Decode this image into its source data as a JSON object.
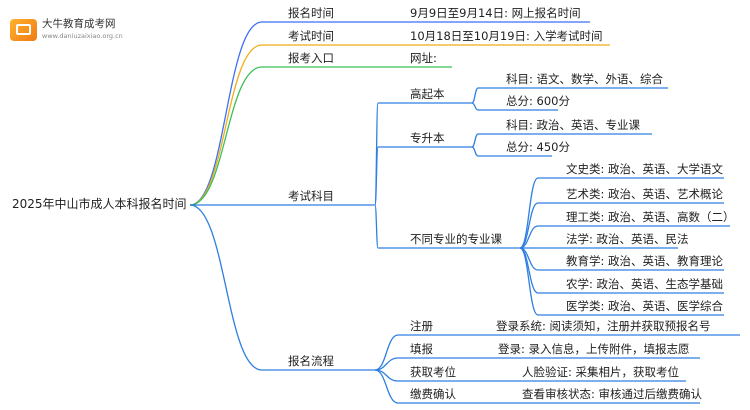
{
  "logo": {
    "name": "大牛教育成考网",
    "url": "www.daniuzaixiao.org.cn"
  },
  "root": "2025年中山市成人本科报名时间",
  "branches": [
    {
      "label": "报名时间",
      "color": "#3d6ff5",
      "detail": "9月9日至9月14日: 网上报名时间"
    },
    {
      "label": "考试时间",
      "color": "#f1ac16",
      "detail": "10月18日至10月19日: 入学考试时间"
    },
    {
      "label": "报考入口",
      "color": "#3cbf58",
      "detail": "网址:"
    },
    {
      "label": "考试科目",
      "color": "#2f7fe0",
      "children": [
        {
          "label": "高起本",
          "items": [
            "科目: 语文、数学、外语、综合",
            "总分: 600分"
          ]
        },
        {
          "label": "专升本",
          "items": [
            "科目: 政治、英语、专业课",
            "总分: 450分"
          ]
        },
        {
          "label": "不同专业的专业课",
          "items": [
            "文史类: 政治、英语、大学语文",
            "艺术类: 政治、英语、艺术概论",
            "理工类: 政治、英语、高数（二）",
            "法学: 政治、英语、民法",
            "教育学: 政治、英语、教育理论",
            "农学: 政治、英语、生态学基础",
            "医学类: 政治、英语、医学综合"
          ]
        }
      ]
    },
    {
      "label": "报名流程",
      "color": "#2f7fe0",
      "steps": [
        {
          "label": "注册",
          "detail": "登录系统: 阅读须知，注册并获取预报名号"
        },
        {
          "label": "填报",
          "detail": "登录: 录入信息，上传附件，填报志愿"
        },
        {
          "label": "获取考位",
          "detail": "人脸验证: 采集相片，获取考位"
        },
        {
          "label": "缴费确认",
          "detail": "查看审核状态: 审核通过后缴费确认"
        }
      ]
    }
  ]
}
